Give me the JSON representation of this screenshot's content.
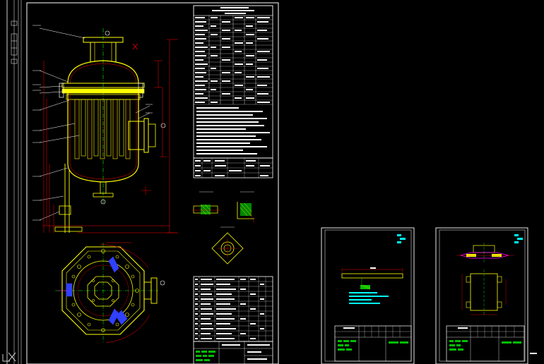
{
  "viewport": {
    "background": "#000000"
  },
  "colors": {
    "frame": "#ffffff",
    "outline": "#ffff00",
    "hatch": "#00c000",
    "dimension": "#ff0000",
    "table_text": "#ffffff",
    "note": "#00ffff",
    "center_line": "#00ff00",
    "alt_outline": "#ff00ff",
    "blue": "#3040ff"
  },
  "sheets": [
    {
      "id": "main-vessel-sheet"
    },
    {
      "id": "detail-sheet-1"
    },
    {
      "id": "detail-sheet-2"
    }
  ],
  "icons": [
    "ucs-axis-icon",
    "filter-vessel-elevation",
    "filter-vessel-plan",
    "section-detail-a",
    "section-detail-b",
    "nozzle-detail",
    "plate-detail",
    "flange-detail",
    "title-block"
  ]
}
